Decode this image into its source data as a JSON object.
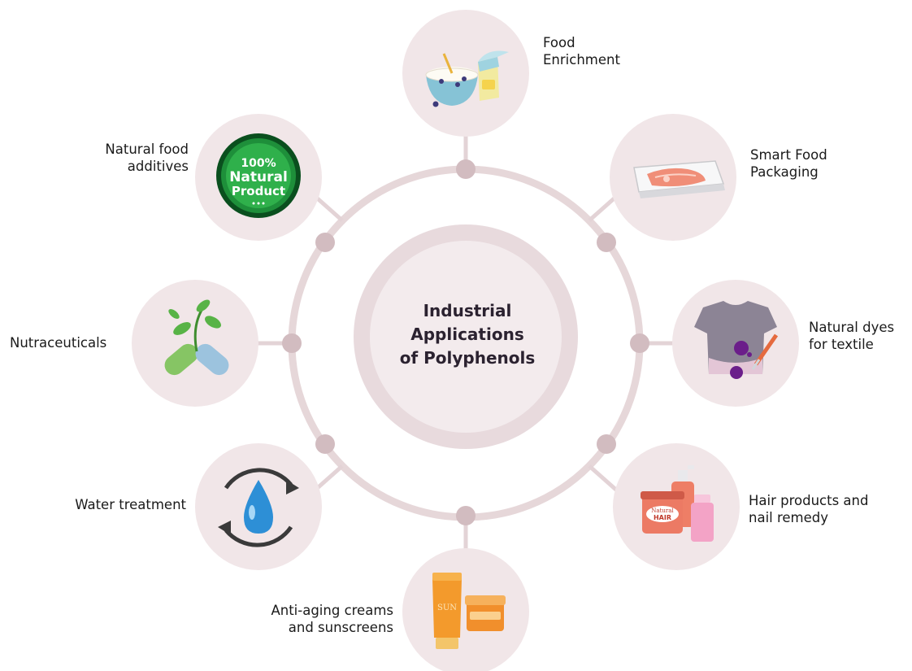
{
  "center": {
    "line1": "Industrial",
    "line2": "Applications",
    "line3": "of Polyphenols"
  },
  "applications": [
    {
      "id": "food-enrichment",
      "line1": "Food",
      "line2": "Enrichment",
      "icon": "yogurt-bowl-icon"
    },
    {
      "id": "smart-food-packaging",
      "line1": "Smart Food",
      "line2": "Packaging",
      "icon": "packaged-salmon-icon"
    },
    {
      "id": "natural-dyes",
      "line1": "Natural dyes",
      "line2": "for textile",
      "icon": "dyed-tshirt-icon"
    },
    {
      "id": "hair-products",
      "line1": "Hair products and",
      "line2": "nail remedy",
      "icon": "hair-product-bottles-icon"
    },
    {
      "id": "anti-aging",
      "line1": "Anti-aging creams",
      "line2": "and sunscreens",
      "icon": "sunscreen-tube-icon"
    },
    {
      "id": "water-treatment",
      "line1": "Water treatment",
      "line2": "",
      "icon": "water-drop-cycle-icon"
    },
    {
      "id": "nutraceuticals",
      "line1": "Nutraceuticals",
      "line2": "",
      "icon": "capsule-sprout-icon"
    },
    {
      "id": "natural-food-additives",
      "line1": "Natural food",
      "line2": "additives",
      "icon": "natural-product-badge-icon"
    }
  ],
  "badge": {
    "line1": "100%",
    "line2": "Natural",
    "line3": "Product"
  },
  "jar_label": {
    "line1": "Natural",
    "line2": "HAIR"
  },
  "tube_label": "SUN",
  "colors": {
    "ring": "#e6d7d9",
    "bubble": "#f1e6e8",
    "node": "#d2bcc0",
    "center_outer": "#e8dadd",
    "center_inner": "#f3ebed",
    "text": "#1a1a1a",
    "title": "#2b2230"
  }
}
